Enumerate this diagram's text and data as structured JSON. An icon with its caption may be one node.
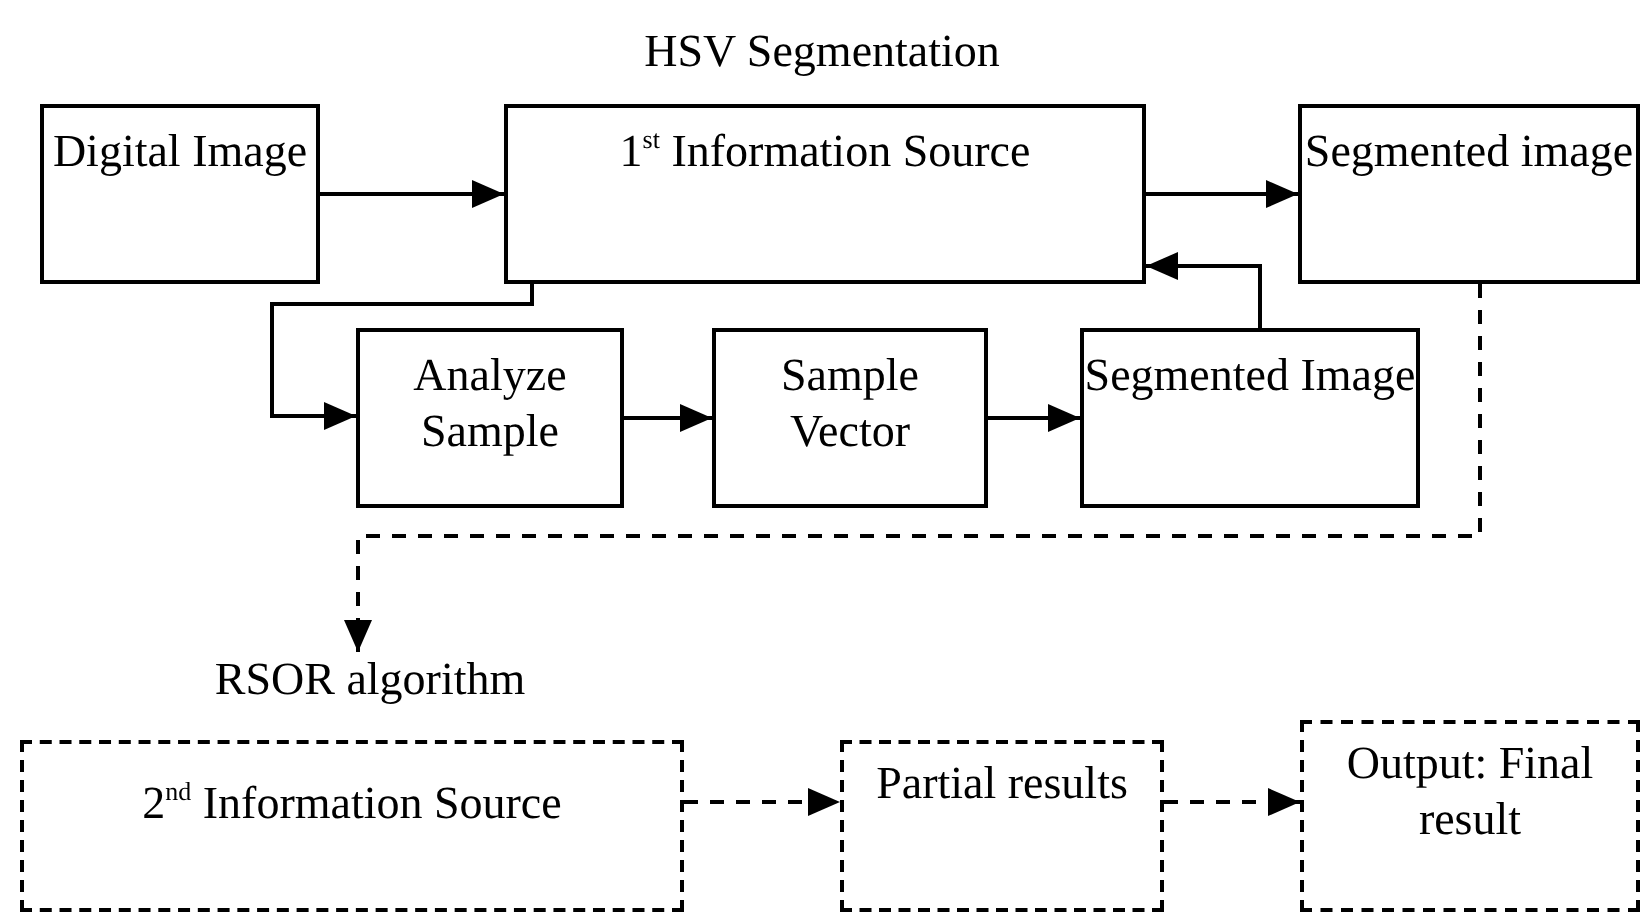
{
  "diagram": {
    "title": "HSV Segmentation",
    "nodes": [
      {
        "text": [
          "Digital Image"
        ]
      },
      {
        "text": [
          "1$^{st}$ Information Source"
        ]
      },
      {
        "text": [
          "Segmented image"
        ]
      },
      {
        "text": [
          "Analyze Sample"
        ]
      },
      {
        "text": [
          "Sample Vector"
        ]
      },
      {
        "text": [
          "Segmented Image"
        ]
      },
      {
        "text": [
          "RSOR algorithm"
        ]
      },
      {
        "text": [
          "2$^{nd}$ Information Source"
        ]
      },
      {
        "text": [
          "Partial results"
        ]
      },
      {
        "text": [
          "Output: Final result"
        ]
      }
    ],
    "edges": [
      {
        "from": 0,
        "to": 1,
        "arrow": "to"
      },
      {
        "from": 1,
        "to": 2,
        "arrow": "to"
      },
      {
        "from": 1,
        "to": 3,
        "arrow": "to"
      },
      {
        "from": 3,
        "to": 4,
        "arrow": "to"
      },
      {
        "from": 4,
        "to": 5,
        "arrow": "to"
      },
      {
        "from": 5,
        "to": 1,
        "arrow": "to"
      },
      {
        "from": 2,
        "to": 6,
        "arrow": "to",
        "style": "dashed"
      },
      {
        "from": 7,
        "to": 8,
        "arrow": "to",
        "style": "dashed"
      },
      {
        "from": 8,
        "to": 9,
        "arrow": "to",
        "style": "dashed"
      }
    ]
  }
}
